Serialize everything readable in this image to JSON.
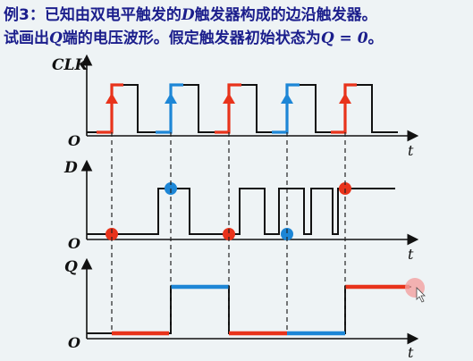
{
  "title": {
    "line1_prefix": "例3：已知由双电平触发的",
    "line1_var": "D",
    "line1_suffix": "触发器构成的边沿触发器。",
    "line2_prefix": "试画出",
    "line2_var": "Q",
    "line2_mid": "端的电压波形。假定触发器初始状态为",
    "line2_eq": "Q = 0",
    "line2_end": "。"
  },
  "axes": {
    "clk_label": "CLK",
    "d_label": "D",
    "q_label": "Q",
    "origin_label": "O",
    "time_label": "t"
  },
  "colors": {
    "red": "#e8331b",
    "blue": "#1d86d6",
    "waveform": "#111111"
  }
}
